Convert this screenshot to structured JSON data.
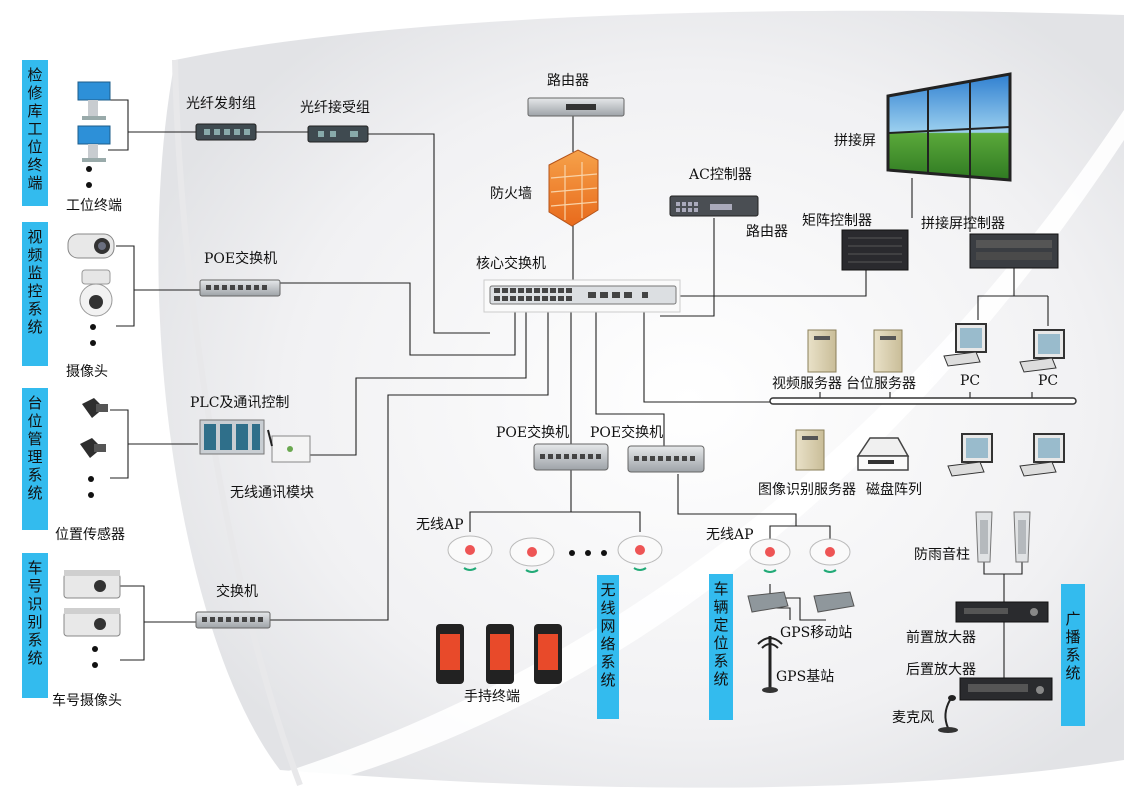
{
  "systems": {
    "workstation": "检修库工位终端",
    "video": "视频监控系统",
    "position": "台位管理系统",
    "plate": "车号识别系统",
    "wireless": "无线网络系统",
    "vehicle": "车辆定位系统",
    "broadcast": "广播系统"
  },
  "labels": {
    "router_top": "路由器",
    "fiber_tx": "光纤发射组",
    "fiber_rx": "光纤接受组",
    "workstation_terminal": "工位终端",
    "firewall": "防火墙",
    "ac_controller": "AC控制器",
    "router_side": "路由器",
    "splice_screen": "拼接屏",
    "matrix_controller": "矩阵控制器",
    "splice_controller": "拼接屏控制器",
    "poe_switch_left": "POE交换机",
    "core_switch": "核心交换机",
    "camera": "摄像头",
    "video_server": "视频服务器",
    "position_server": "台位服务器",
    "pc1": "PC",
    "pc2": "PC",
    "plc": "PLC及通讯控制",
    "wireless_module": "无线通讯模块",
    "poe_switch_a": "POE交换机",
    "poe_switch_b": "POE交换机",
    "image_server": "图像识别服务器",
    "disk_array": "磁盘阵列",
    "position_sensor": "位置传感器",
    "wireless_ap_a": "无线AP",
    "wireless_ap_b": "无线AP",
    "rain_speaker": "防雨音柱",
    "switch": "交换机",
    "gps_mobile": "GPS移动站",
    "gps_base": "GPS基站",
    "pre_amp": "前置放大器",
    "post_amp": "后置放大器",
    "handheld": "手持终端",
    "microphone": "麦克风",
    "plate_camera": "车号摄像头"
  }
}
